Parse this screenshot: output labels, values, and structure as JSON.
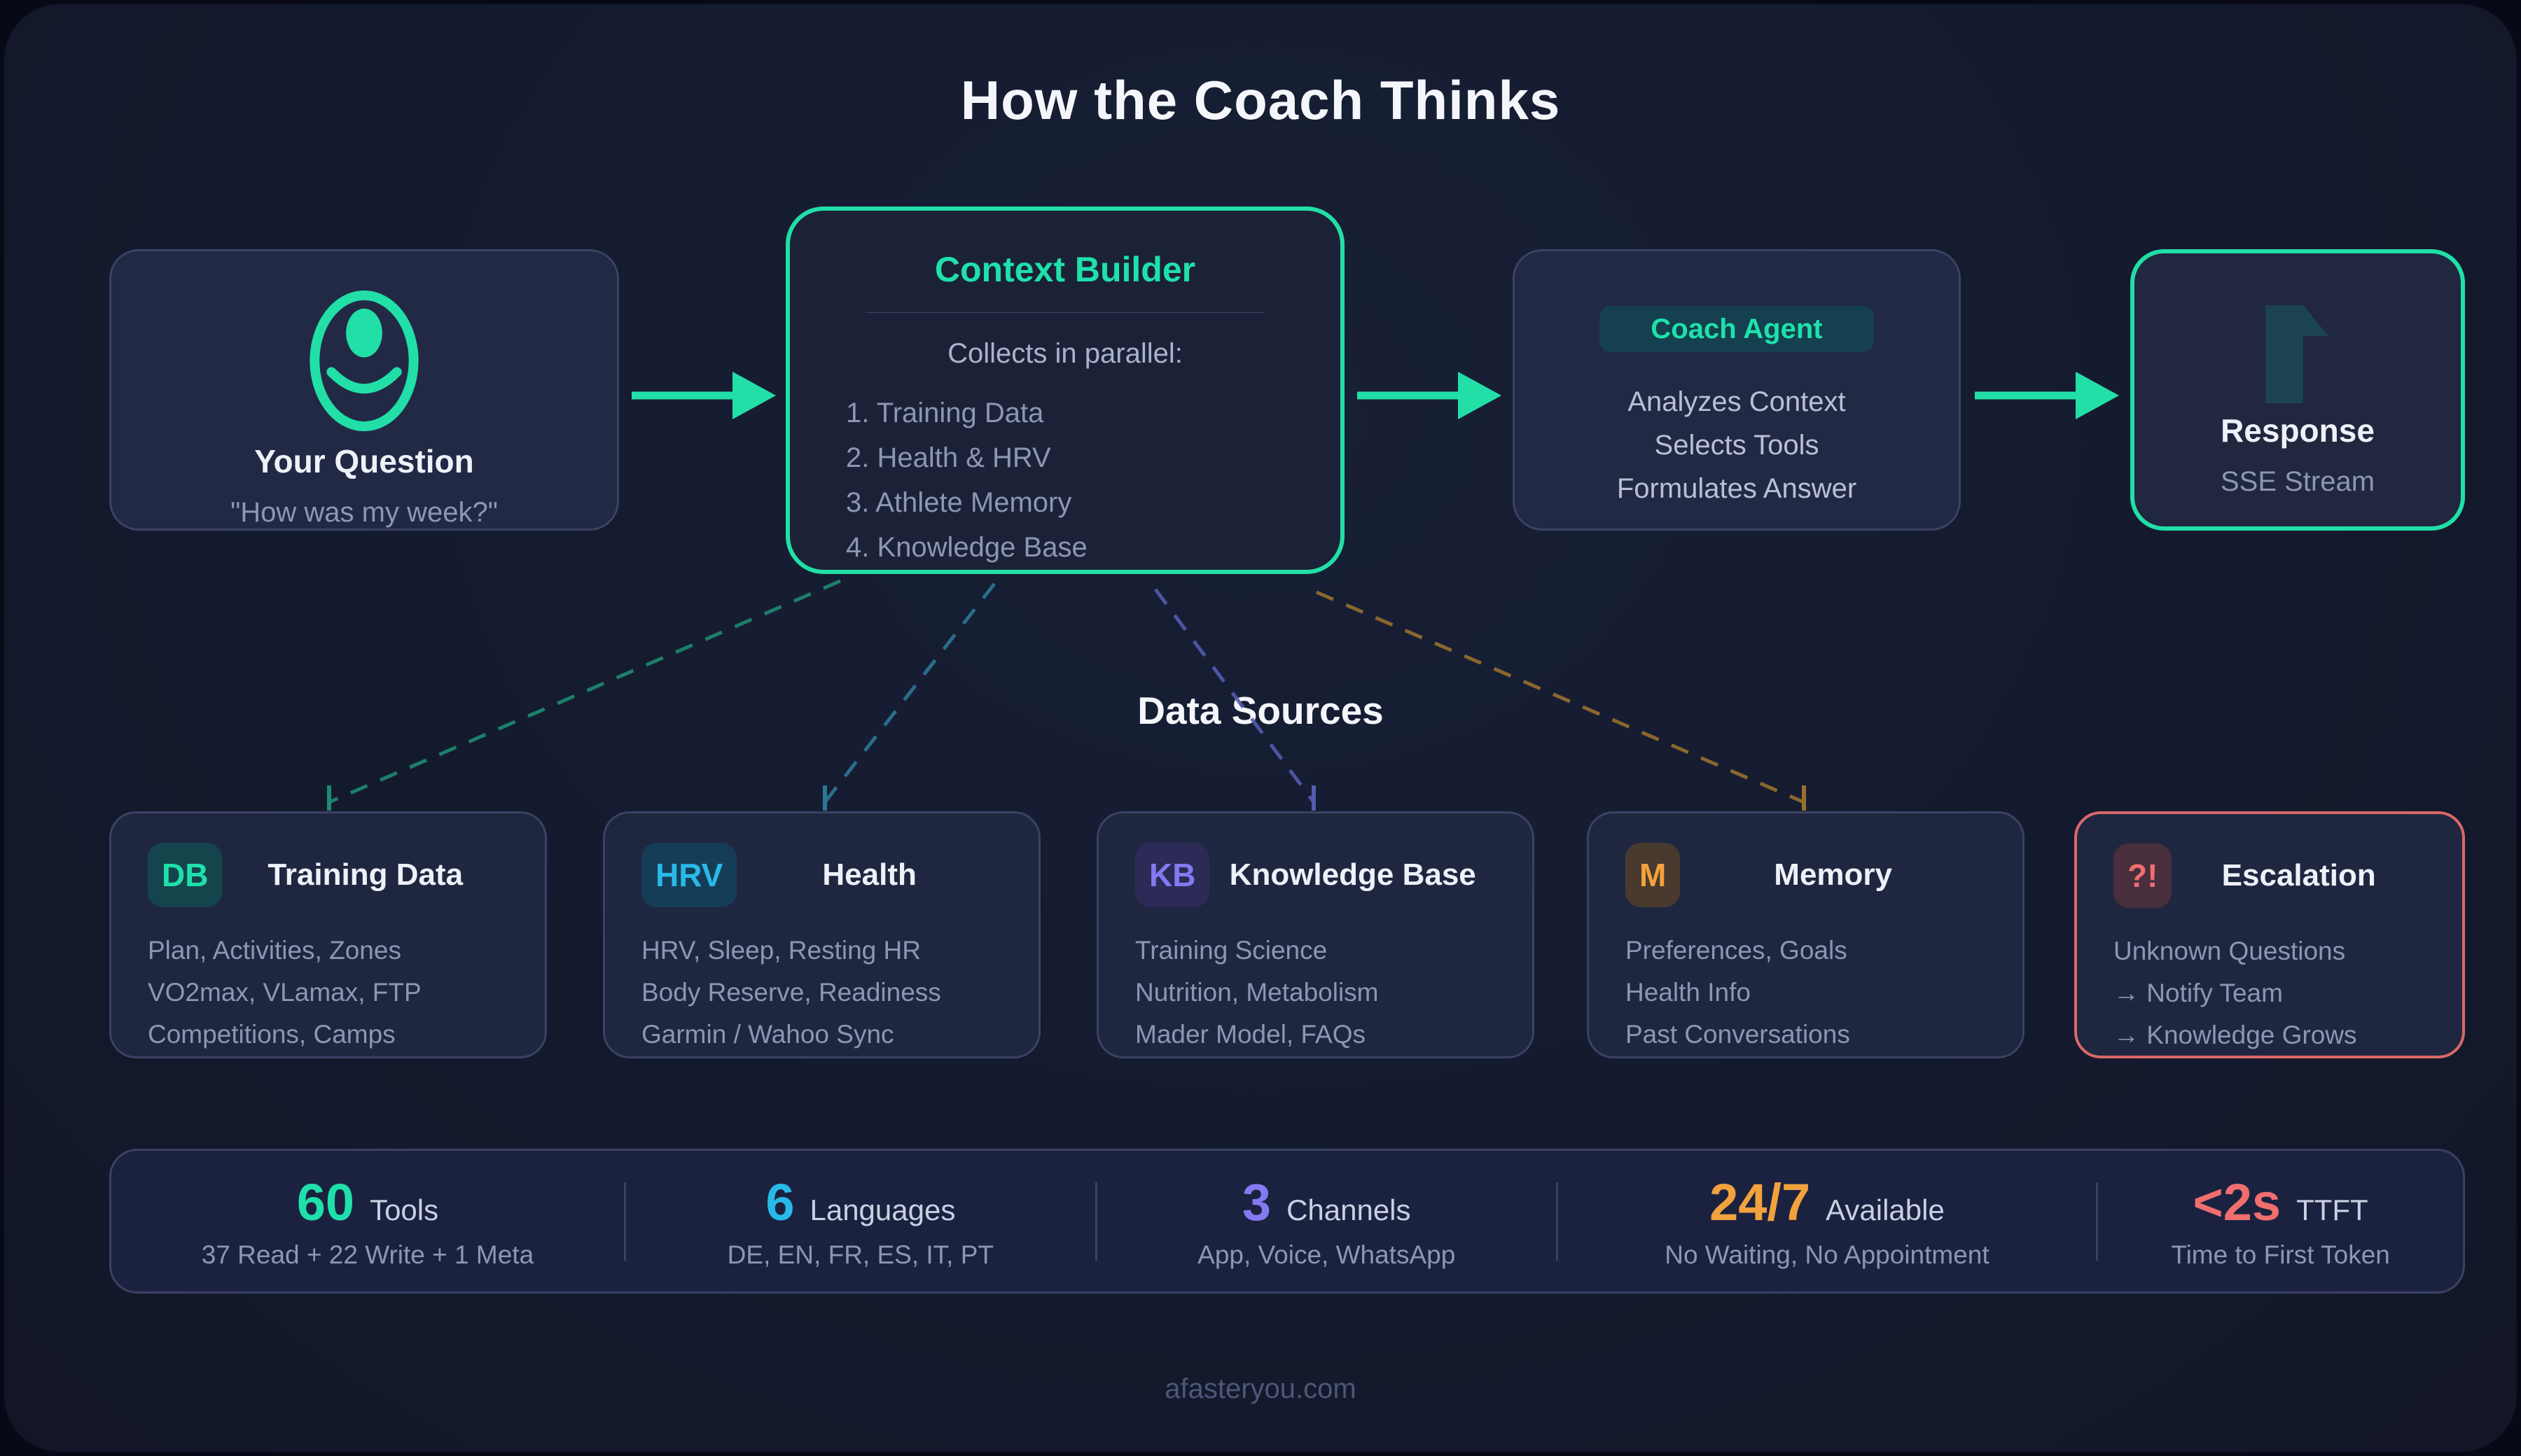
{
  "title": "How the Coach Thinks",
  "colors": {
    "accent_teal": "#21dfa7",
    "teal_text": "#1fe0ab",
    "coach_badge_bg": "#14404f",
    "response_icon": "#1c4350"
  },
  "flow": {
    "question": {
      "title": "Your Question",
      "subtitle": "\"How was my week?\""
    },
    "context_builder": {
      "title": "Context Builder",
      "intro": "Collects in parallel:",
      "items": [
        "1. Training Data",
        "2. Health & HRV",
        "3. Athlete Memory",
        "4. Knowledge Base"
      ]
    },
    "coach_agent": {
      "badge": "Coach Agent",
      "lines": [
        "Analyzes Context",
        "Selects Tools",
        "Formulates Answer"
      ]
    },
    "response": {
      "title": "Response",
      "subtitle": "SSE Stream"
    }
  },
  "data_sources": {
    "heading": "Data Sources",
    "cards": [
      {
        "badge": "DB",
        "badge_color": "#1fe0ab",
        "badge_bg": "#14454d",
        "connector_color": "#1e8a70",
        "title": "Training Data",
        "lines": [
          "Plan, Activities, Zones",
          "VO2max, VLamax, FTP",
          "Competitions, Camps"
        ]
      },
      {
        "badge": "HRV",
        "badge_color": "#29b9e8",
        "badge_bg": "#163d57",
        "connector_color": "#2c7795",
        "title": "Health",
        "lines": [
          "HRV, Sleep, Resting HR",
          "Body Reserve, Readiness",
          "Garmin / Wahoo Sync"
        ]
      },
      {
        "badge": "KB",
        "badge_color": "#837af0",
        "badge_bg": "#2c2b57",
        "connector_color": "#555bb0",
        "title": "Knowledge Base",
        "lines": [
          "Training Science",
          "Nutrition, Metabolism",
          "Mader Model, FAQs"
        ]
      },
      {
        "badge": "M",
        "badge_color": "#f2a23c",
        "badge_bg": "#493a30",
        "connector_color": "#97702c",
        "title": "Memory",
        "lines": [
          "Preferences, Goals",
          "Health Info",
          "Past Conversations"
        ]
      },
      {
        "badge": "?!",
        "badge_color": "#ef6e6e",
        "badge_bg": "#492e3d",
        "border_color": "#d96868",
        "title": "Escalation",
        "lines": [
          "Unknown Questions",
          "→ Notify Team",
          "→ Knowledge Grows"
        ]
      }
    ]
  },
  "stats": [
    {
      "value": "60",
      "label": "Tools",
      "sub": "37 Read + 22 Write + 1 Meta",
      "color": "#1fe0ab"
    },
    {
      "value": "6",
      "label": "Languages",
      "sub": "DE, EN, FR, ES, IT, PT",
      "color": "#29b9e8"
    },
    {
      "value": "3",
      "label": "Channels",
      "sub": "App, Voice, WhatsApp",
      "color": "#837af0"
    },
    {
      "value": "24/7",
      "label": "Available",
      "sub": "No Waiting, No Appointment",
      "color": "#f2a23c"
    },
    {
      "value": "<2s",
      "label": "TTFT",
      "sub": "Time to First Token",
      "color": "#ef6e6e"
    }
  ],
  "footer": "afasteryou.com"
}
